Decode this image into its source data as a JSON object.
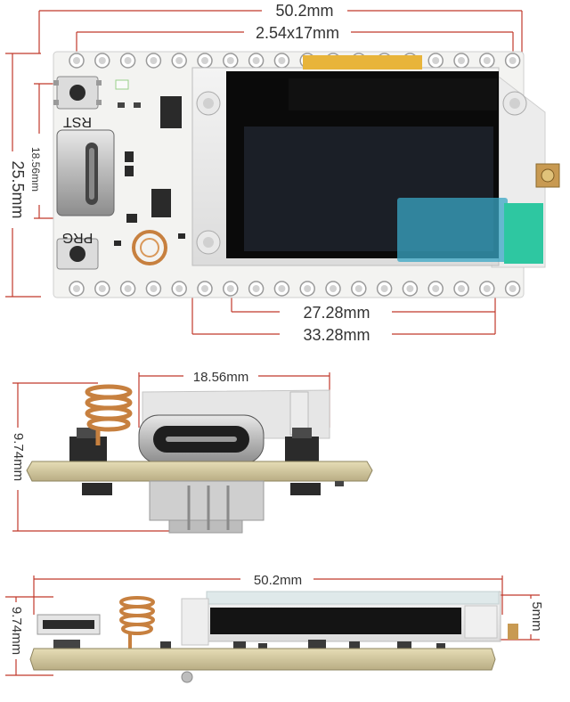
{
  "top_view": {
    "dim_width": "50.2mm",
    "dim_pitch": "2.54x17mm",
    "dim_height": "25.5mm",
    "dim_usb_inner": "18.56mm",
    "dim_display_visible": "27.28mm",
    "dim_display_total": "33.28mm",
    "btn_rst_label": "RST",
    "btn_prg_label": "PRG"
  },
  "side_view": {
    "dim_usb_width": "18.56mm",
    "dim_height": "9.74mm"
  },
  "front_view": {
    "dim_width": "50.2mm",
    "dim_height": "9.74mm",
    "dim_display_thickness": "5mm"
  },
  "colors": {
    "dimension_line": "#c0392b",
    "dimension_text": "#333333",
    "pcb_white": "#f3f3f1",
    "pcb_edge": "#d8cfa8",
    "oled": "#0a0a0a",
    "oled_active": "#1b1f27",
    "copper": "#c7803f",
    "film_blue": "#3aa7c6",
    "film_green": "#2ec7a1"
  }
}
